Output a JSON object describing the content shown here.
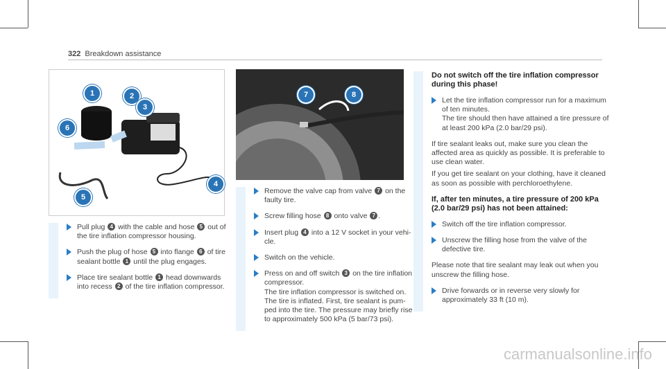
{
  "header": {
    "page_number": "322",
    "section": "Breakdown assistance"
  },
  "left_steps": [
    [
      "Pull plug ",
      "4",
      " with the cable and hose ",
      "5",
      " out of the tire inflation compressor housing."
    ],
    [
      "Push the plug of hose ",
      "5",
      " into flange ",
      "6",
      " of tire sealant bottle ",
      "1",
      " until the plug engages."
    ],
    [
      "Place tire sealant bottle ",
      "1",
      " head downwards into recess ",
      "2",
      " of the tire inflation compressor."
    ]
  ],
  "figure_callouts": [
    "1",
    "2",
    "3",
    "6",
    "5",
    "4"
  ],
  "photo_callouts": [
    "7",
    "8"
  ],
  "middle_steps": [
    [
      "Remove the valve cap from valve ",
      "7",
      " on the faulty tire."
    ],
    [
      "Screw filling hose ",
      "8",
      " onto valve ",
      "7",
      "."
    ],
    [
      "Insert plug ",
      "4",
      " into a 12 V socket in your vehi­cle."
    ],
    [
      "Switch on the vehicle."
    ],
    [
      "Press on and off switch ",
      "3",
      " on the tire inflation compressor.",
      "The tire inflation compressor is switched on. The tire is inflated. First, tire sealant is pum­ped into the tire. The pressure may briefly rise to approximately 500 kPa (5 bar/73 psi)."
    ]
  ],
  "right": {
    "heading1": "Do not switch off the tire inflation compressor during this phase!",
    "step1": "Let the tire inflation compressor run for a max­imum of ten minutes.",
    "step1_note": "The tire should then have attained a tire pres­sure of at least 200 kPa (2.0 bar/29 psi).",
    "para1": "If tire sealant leaks out, make sure you clean the affected area as quickly as possible. It is prefera­ble to use clean water.",
    "para2": "If you get tire sealant on your clothing, have it cleaned as soon as possible with perchloroethy­lene.",
    "heading2": "If, after ten minutes, a tire pressure of 200 kPa (2.0 bar/29 psi) has not been attained:",
    "step2": "Switch off the tire inflation compressor.",
    "step3": "Unscrew the filling hose from the valve of the defective tire.",
    "para3": "Please note that tire sealant may leak out when you unscrew the filling hose.",
    "step4": "Drive forwards or in reverse very slowly for approximately 33 ft (10 m)."
  },
  "watermark": "carmanualsonline.info",
  "colors": {
    "accent": "#2a74b6",
    "bar": "#e9f3fb"
  }
}
